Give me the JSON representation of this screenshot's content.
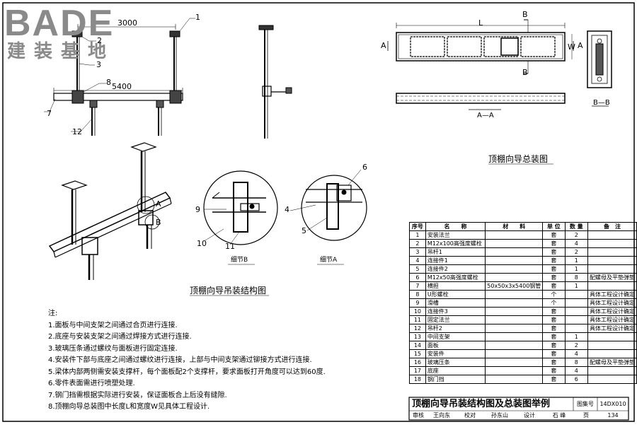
{
  "logo": {
    "top": "BADE",
    "bottom": "建装基地"
  },
  "labels": {
    "dim_3000": "3000",
    "dim_5400": "5400",
    "n1": "1",
    "n2": "2",
    "n3": "3",
    "n8": "8",
    "n7": "7",
    "n12": "12",
    "b_top": "B",
    "b_bottom": "B",
    "a_left": "A",
    "a_right": "A",
    "a_iso": "A",
    "b_iso": "B",
    "dim_L": "L",
    "dim_W": "W",
    "n9": "9",
    "n10": "10",
    "n11": "11",
    "n6": "6",
    "n4": "4",
    "n5": "5"
  },
  "titles": {
    "general": "顶棚向导总装图",
    "structure": "顶棚向导吊装结构图",
    "detail_b": "细节B",
    "detail_a": "细节A",
    "section_aa": "A—A",
    "section_bb": "B—B"
  },
  "notes": {
    "heading": "注:",
    "items": [
      "1.面板与中间支架之间通过合页进行连接.",
      "2.底座与安装支架之间通过焊接方式进行连接.",
      "3.玻璃压条通过螺纹与面板进行固定连接.",
      "4.安装件下部与底座之间通过螺纹进行连接，上部与中间支架通过铆接方式进行连接.",
      "5.梁体内部两侧需安装支撑杆，每个面板配2个支撑杆，要求面板打开角度可以达到60度.",
      "6.零件表面需进行喷塑处理.",
      "7.钢门挡需根据实际进行安装，保证面板合上后没有缝隙.",
      "8.顶棚向导总装图中长度L和宽度W见具体工程设计."
    ]
  },
  "table": {
    "headers": [
      "序号",
      "名　　称",
      "材　　料",
      "单 位",
      "数 量",
      "备　注"
    ],
    "rows": [
      [
        "1",
        "安装法兰",
        "",
        "套",
        "2",
        ""
      ],
      [
        "2",
        "M12x100高强度螺栓",
        "",
        "套",
        "4",
        ""
      ],
      [
        "3",
        "吊杆1",
        "",
        "套",
        "2",
        ""
      ],
      [
        "4",
        "连接件1",
        "",
        "套",
        "1",
        ""
      ],
      [
        "5",
        "连接件2",
        "",
        "套",
        "1",
        ""
      ],
      [
        "6",
        "M12x50高强度螺栓",
        "",
        "套",
        "8",
        "配螺母及平垫弹垫"
      ],
      [
        "7",
        "横担",
        "50x50x3x5400钢管",
        "套",
        "1",
        ""
      ],
      [
        "8",
        "U形螺栓",
        "",
        "个",
        "",
        "具体工程设计确定"
      ],
      [
        "9",
        "滑槽",
        "",
        "个",
        "",
        "具体工程设计确定"
      ],
      [
        "10",
        "连接件3",
        "",
        "套",
        "",
        "具体工程设计确定"
      ],
      [
        "11",
        "固定法兰",
        "",
        "套",
        "",
        "具体工程设计确定"
      ],
      [
        "12",
        "吊杆2",
        "",
        "套",
        "",
        "具体工程设计确定"
      ],
      [
        "13",
        "中间支架",
        "",
        "套",
        "1",
        ""
      ],
      [
        "14",
        "面板",
        "",
        "套",
        "2",
        ""
      ],
      [
        "15",
        "安装件",
        "",
        "套",
        "4",
        ""
      ],
      [
        "16",
        "玻璃压条",
        "",
        "套",
        "8",
        "配螺母及平垫弹垫"
      ],
      [
        "17",
        "底座",
        "",
        "套",
        "4",
        ""
      ],
      [
        "18",
        "钢门挡",
        "",
        "套",
        "6",
        ""
      ]
    ]
  },
  "titleblock": {
    "main": "顶棚向导吊装结构图及总装图举例",
    "set_label": "图集号",
    "set_no": "14DX010",
    "row": [
      "审核",
      "王向东",
      "校对",
      "孙东山",
      "设计",
      "石 峰",
      "页",
      "134"
    ]
  }
}
